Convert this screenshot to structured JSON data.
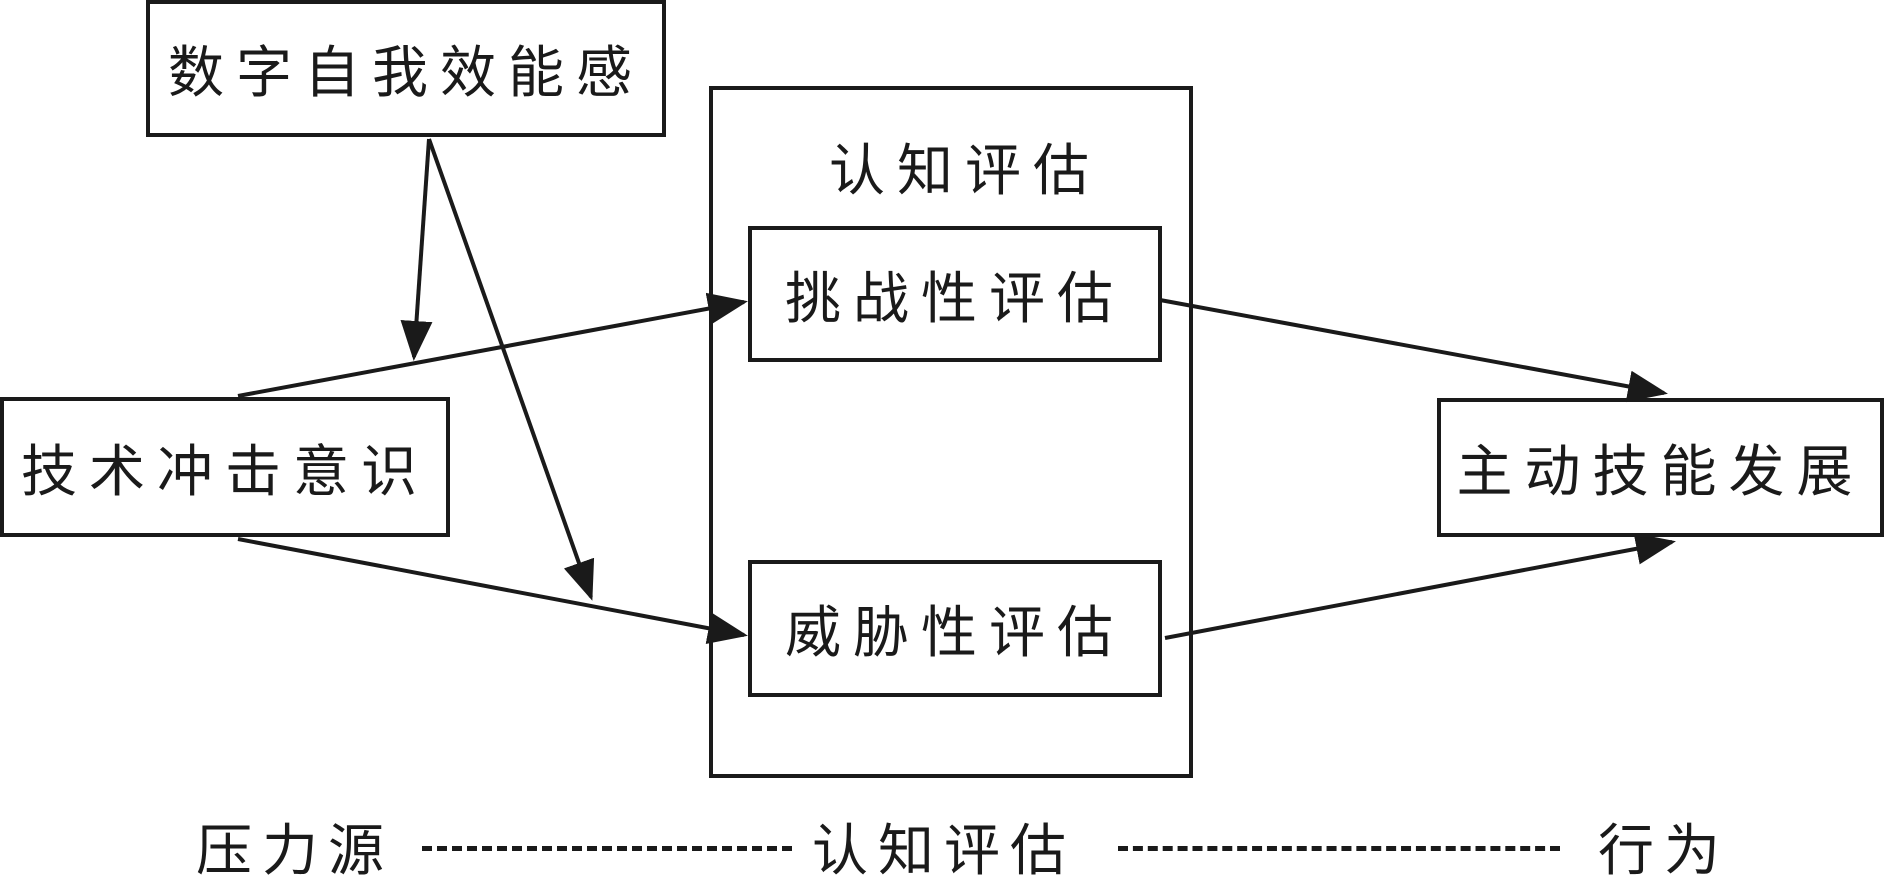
{
  "nodes": {
    "self_efficacy": "数字自我效能感",
    "tech_shock": "技术冲击意识",
    "challenge": "挑战性评估",
    "threat": "威胁性评估",
    "proactive": "主动技能发展"
  },
  "container": {
    "title": "认知评估"
  },
  "axis": {
    "stressor": "压力源",
    "appraisal": "认知评估",
    "behavior": "行为"
  },
  "colors": {
    "line": "#1a1a1a",
    "background": "#ffffff"
  }
}
